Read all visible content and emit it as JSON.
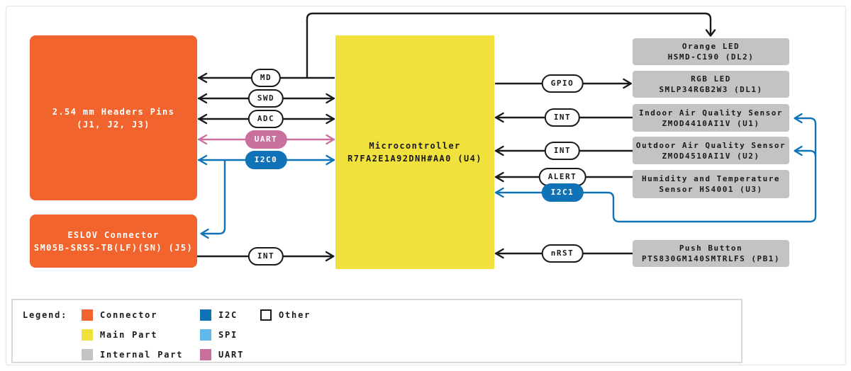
{
  "diagram": {
    "boxes": {
      "headers": {
        "line1": "2.54 mm Headers Pins",
        "line2": "(J1, J2, J3)"
      },
      "eslov": {
        "line1": "ESLOV Connector",
        "line2": "SM05B-SRSS-TB(LF)(SN) (J5)"
      },
      "micro": {
        "line1": "Microcontroller",
        "line2": "R7FA2E1A92DNH#AA0 (U4)"
      },
      "orange_led": {
        "line1": "Orange LED",
        "line2": "HSMD-C190 (DL2)"
      },
      "rgb_led": {
        "line1": "RGB LED",
        "line2": "SMLP34RGB2W3 (DL1)"
      },
      "indoor": {
        "line1": "Indoor Air Quality Sensor",
        "line2": "ZMOD4410AI1V (U1)"
      },
      "outdoor": {
        "line1": "Outdoor Air Quality Sensor",
        "line2": "ZMOD4510AI1V (U2)"
      },
      "humidity": {
        "line1": "Humidity and Temperature",
        "line2": "Sensor HS4001 (U3)"
      },
      "push_button": {
        "line1": "Push Button",
        "line2": "PTS830GM140SMTRLFS (PB1)"
      }
    },
    "wires": {
      "md": "MD",
      "swd": "SWD",
      "adc": "ADC",
      "uart": "UART",
      "i2c0": "I2C0",
      "eslov_int": "INT",
      "gpio": "GPIO",
      "int_u1": "INT",
      "int_u2": "INT",
      "alert": "ALERT",
      "i2c1": "I2C1",
      "nrst": "nRST"
    }
  },
  "legend": {
    "title": "Legend:",
    "items": [
      {
        "label": "Connector",
        "color": "#F1642E"
      },
      {
        "label": "Main Part",
        "color": "#F1E13C"
      },
      {
        "label": "Internal Part",
        "color": "#C3C3C3"
      },
      {
        "label": "I2C",
        "color": "#1173B7"
      },
      {
        "label": "SPI",
        "color": "#61B9E9"
      },
      {
        "label": "UART",
        "color": "#C9709F"
      },
      {
        "label": "Other",
        "color": "#FFFFFF"
      }
    ]
  },
  "colors": {
    "connector_orange": "#F1642E",
    "main_part_yellow": "#F1E13C",
    "internal_gray": "#C3C3C3",
    "i2c_blue": "#1173B7",
    "spi_light_blue": "#61B9E9",
    "uart_pink": "#C9709F",
    "wire_black": "#1A1A1A",
    "background": "#FFFFFF"
  }
}
